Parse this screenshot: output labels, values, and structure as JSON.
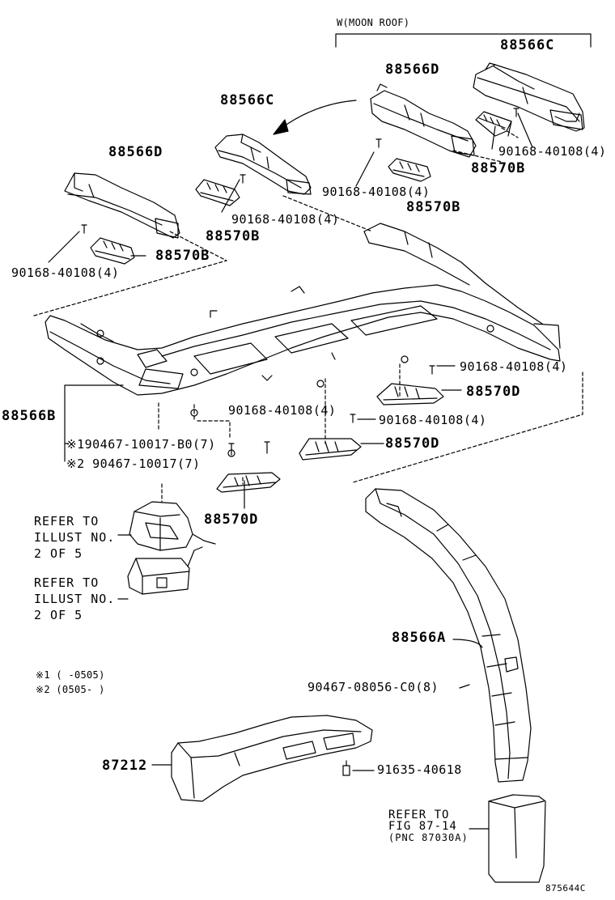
{
  "group_label": "W(MOON ROOF)",
  "parts": {
    "p88566C_top": "88566C",
    "p88566D_top": "88566D",
    "p88566C_mid": "88566C",
    "p88566D_left": "88566D",
    "p88566B": "88566B",
    "p88566A": "88566A",
    "p87212": "87212",
    "p88570B_a": "88570B",
    "p88570B_b": "88570B",
    "p88570B_c": "88570B",
    "p88570B_d": "88570B",
    "p88570D_a": "88570D",
    "p88570D_b": "88570D",
    "p88570D_c": "88570D"
  },
  "fasteners": {
    "f1": "90168-40108(4)",
    "f2": "90168-40108(4)",
    "f3": "90168-40108(4)",
    "f4": "90168-40108(4)",
    "f5": "90168-40108(4)",
    "f6": "90168-40108(4)",
    "f7": "90168-40108(4)",
    "clip1": "※190467-10017-B0(7)",
    "clip2": "※2 90467-10017(7)",
    "clip3": "90467-08056-C0(8)",
    "bolt": "91635-40618"
  },
  "refer1": [
    "REFER TO",
    "ILLUST NO.",
    "2 OF 5"
  ],
  "refer2": [
    "REFER TO",
    "ILLUST NO.",
    "2 OF 5"
  ],
  "refer3": [
    "REFER TO",
    "FIG 87-14",
    "(PNC 87030A)"
  ],
  "notes": [
    "※1 (     -0505)",
    "※2 (0505-     )"
  ],
  "diagram_id": "875644C"
}
